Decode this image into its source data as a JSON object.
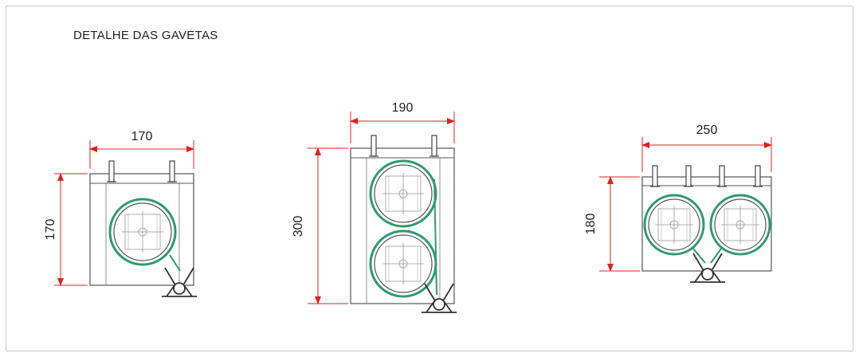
{
  "title": "DETALHE DAS GAVETAS",
  "colors": {
    "dimension": "#e02020",
    "outline": "#555555",
    "reel": "#2e9a6e",
    "label": "#222222"
  },
  "drawers": [
    {
      "name": "drawer-1",
      "width_label": "170",
      "height_label": "170"
    },
    {
      "name": "drawer-2",
      "width_label": "190",
      "height_label": "300"
    },
    {
      "name": "drawer-3",
      "width_label": "250",
      "height_label": "180"
    }
  ]
}
